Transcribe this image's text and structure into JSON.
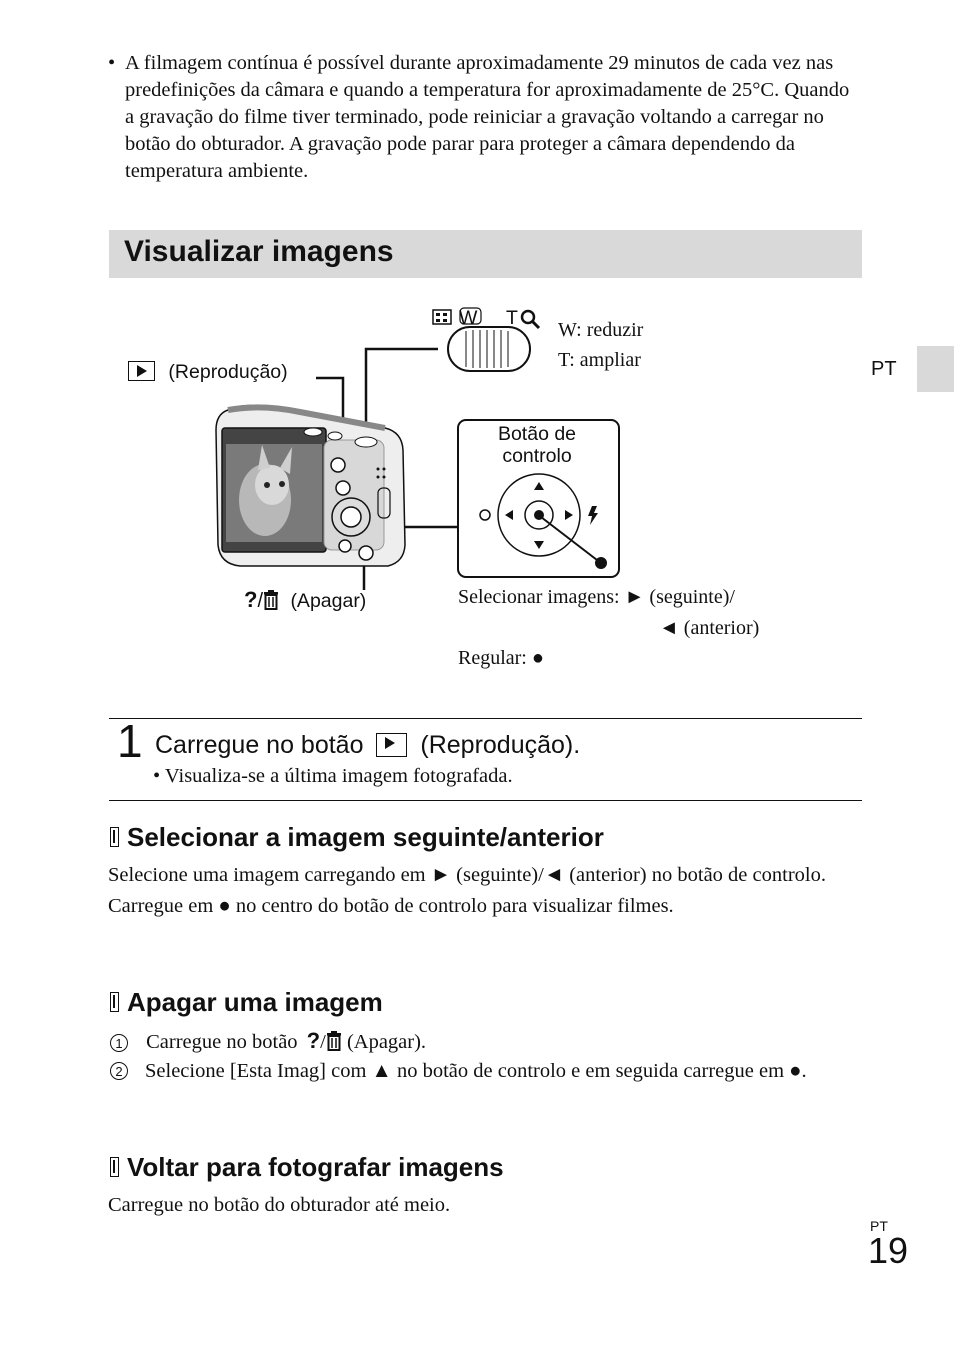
{
  "intro": {
    "bullet": "•",
    "text": "A filmagem contínua é possível durante aproximadamente 29 minutos de cada vez nas predefinições da câmara e quando a temperatura for aproximadamente de 25°C. Quando a gravação do filme tiver terminado, pode reiniciar a gravação voltando a carregar no botão do obturador. A gravação pode parar para proteger a câmara dependendo da temperatura ambiente."
  },
  "section": {
    "title": "Visualizar imagens"
  },
  "side_tab": {
    "lang": "PT"
  },
  "diagram": {
    "zoom_w": "W",
    "zoom_t": "T",
    "zoom_w_desc": "W: reduzir",
    "zoom_t_desc": "T: ampliar",
    "playback_label": "(Reprodução)",
    "control_title_line1": "Botão de",
    "control_title_line2": "controlo",
    "delete_label": "(Apagar)",
    "select_line1": "Selecionar imagens: ► (seguinte)/",
    "select_line2": "◄ (anterior)",
    "regular": "Regular: ●"
  },
  "step1": {
    "number": "1",
    "text_before": "Carregue no botão",
    "text_after": "(Reprodução).",
    "note": "• Visualiza-se a última imagem fotografada."
  },
  "subsections": {
    "select": {
      "heading": "Selecionar a imagem seguinte/anterior",
      "body": "Selecione uma imagem carregando em ► (seguinte)/◄ (anterior) no botão de controlo. Carregue em ● no centro do botão de controlo para visualizar filmes."
    },
    "delete": {
      "heading": "Apagar uma imagem",
      "num1": "1",
      "item1_before": "Carregue no botão",
      "item1_after": "(Apagar).",
      "num2": "2",
      "item2": "Selecione [Esta Imag] com ▲ no botão de controlo e em seguida carregue em ●."
    },
    "back": {
      "heading": "Voltar para fotografar imagens",
      "body": "Carregue no botão do obturador até meio."
    }
  },
  "footer": {
    "lang": "PT",
    "page": "19"
  }
}
